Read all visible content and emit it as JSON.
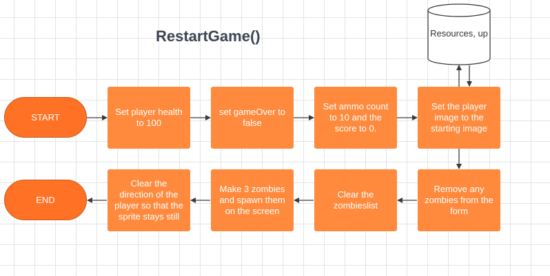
{
  "diagram": {
    "title": "RestartGame()",
    "database": {
      "label": "Resources, up"
    },
    "terminals": {
      "start": "START",
      "end": "END"
    },
    "steps": [
      {
        "id": "step-1",
        "label": "Set player health to 100"
      },
      {
        "id": "step-2",
        "label": "set gameOver to false"
      },
      {
        "id": "step-3",
        "label": "Set ammo count to 10 and the score to 0."
      },
      {
        "id": "step-4",
        "label": "Set the player image to the starting image"
      },
      {
        "id": "step-5",
        "label": "Remove any zombies from the form"
      },
      {
        "id": "step-6",
        "label": "Clear the zombieslist"
      },
      {
        "id": "step-7",
        "label": "Make 3 zombies and spawn them on the screen"
      },
      {
        "id": "step-8",
        "label": "Clear the direction of the player so that the sprite stays still"
      }
    ],
    "colors": {
      "process_fill": "#ff8a3d",
      "terminal_fill": "#ff7124",
      "connector": "#3a3a3a",
      "title": "#3d4552"
    }
  }
}
